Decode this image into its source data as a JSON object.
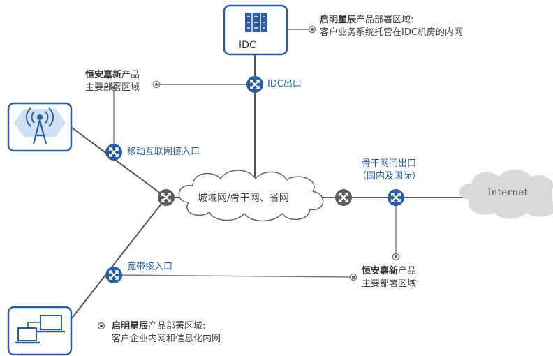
{
  "center_cloud": {
    "label": "城域网/骨干网、省网"
  },
  "internet_cloud": {
    "label": "Internet"
  },
  "idc": {
    "label": "IDC"
  },
  "exits": {
    "idc_exit": "IDC出口",
    "mobile_access": "移动互联网接入口",
    "broadband_access": "宽带接入口",
    "backbone_exit_line1": "骨干网间出口",
    "backbone_exit_line2": "（国内及国际）"
  },
  "notes": {
    "idc_note": {
      "brand": "启明星辰",
      "line1_rest": "产品部署区域:",
      "line2": "客户业务系统托管在IDC机房的内网"
    },
    "heng_left": {
      "brand": "恒安嘉新",
      "line1_rest": "产品",
      "line2": "主要部署区域"
    },
    "heng_right": {
      "brand": "恒安嘉新",
      "line1_rest": "产品",
      "line2": "主要部署区域"
    },
    "enterprise_note": {
      "brand": "启明星辰",
      "line1_rest": "产品部署区域:",
      "line2": "客户企业内网和信息化内网"
    }
  },
  "colors": {
    "line": "#555555",
    "node_blue": "#2a5e9e",
    "node_gray": "#5c5c5c",
    "cloud_fill": "#d8d8d8",
    "icon_blue": "#2a5e9e"
  }
}
